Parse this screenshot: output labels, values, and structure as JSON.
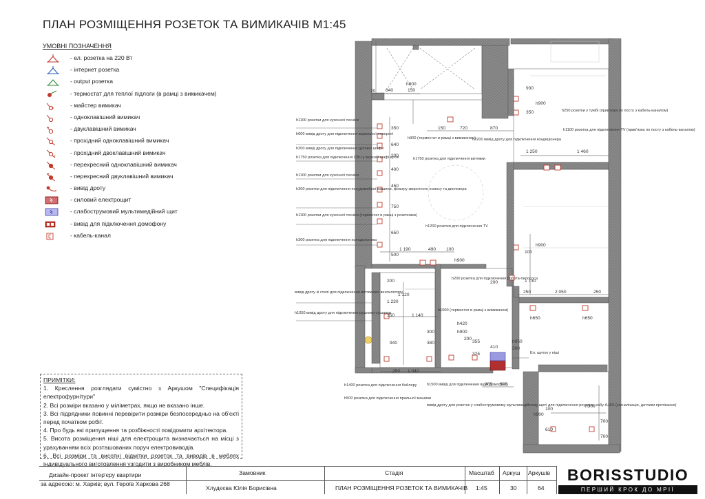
{
  "title": "ПЛАН РОЗМІЩЕННЯ РОЗЕТОК ТА ВИМИКАЧІВ М1:45",
  "legend": {
    "heading": "УМОВНІ ПОЗНАЧЕННЯ",
    "items": [
      {
        "icon": "power-socket-icon",
        "label": "- ел. розетка на 220 Вт"
      },
      {
        "icon": "internet-socket-icon",
        "label": "- інтернет розетка"
      },
      {
        "icon": "output-socket-icon",
        "label": "- output розетка"
      },
      {
        "icon": "thermostat-icon",
        "label": "- термостат для теплої підлоги (в рамці з вимикачем)"
      },
      {
        "icon": "master-switch-icon",
        "label": "- майстер вимикач"
      },
      {
        "icon": "single-switch-icon",
        "label": "- одноклавішний вимикач"
      },
      {
        "icon": "double-switch-icon",
        "label": "- двуклавішний вимикач"
      },
      {
        "icon": "pass-single-switch-icon",
        "label": "- прохідний одноклавішний вимикач"
      },
      {
        "icon": "pass-double-switch-icon",
        "label": "- прохідний двоклавішний вимикач"
      },
      {
        "icon": "cross-single-switch-icon",
        "label": "- перехресний одноклавішний вимикач"
      },
      {
        "icon": "cross-double-switch-icon",
        "label": "- перехресний двуклавішний вимикач"
      },
      {
        "icon": "wire-outlet-icon",
        "label": "- вивід дроту"
      },
      {
        "icon": "power-panel-icon",
        "label": "- силовий електрощит"
      },
      {
        "icon": "multimedia-panel-icon",
        "label": "- слабострумовий мультимедійний щит"
      },
      {
        "icon": "intercom-outlet-icon",
        "label": "- вивід для підключення домофону"
      },
      {
        "icon": "cable-channel-icon",
        "label": "- кабель-канал"
      }
    ]
  },
  "notes": {
    "heading": "ПРИМІТКИ:",
    "items": [
      "1. Креслення розглядати сумістно з Аркушом \"Специфікація електрофурнітури\"",
      "2. Всі розміри вказано у міліметрах, якщо не вказано інше.",
      "3. Всі підрядники повинні перевірити розміри безпосередньо на об'єкті перед початком робіт.",
      "4. Про будь які припущення та розбіжності повідомити архітектора.",
      "5. Висота розміщення ніші для електрощита визначається на місці з урахуванням всіх розташованих поруч електровиводів.",
      "6. Всі розміри та висотні відмітки розеток та виводів в меблях індивідуального виготовлення узгодити з виробником меблів."
    ]
  },
  "plan": {
    "dims": [
      "20",
      "640",
      "150",
      "h800",
      "930",
      "h900",
      "350",
      "150",
      "720",
      "870",
      "1 250",
      "1 460",
      "350",
      "640",
      "200",
      "400",
      "450",
      "750",
      "650",
      "500",
      "1 190",
      "490",
      "100",
      "h900",
      "h900",
      "100",
      "1 730",
      "250",
      "2 050",
      "250",
      "h650",
      "h650",
      "200",
      "1 120",
      "1 230",
      "350",
      "1 140",
      "200",
      "300",
      "940",
      "380",
      "200",
      "355",
      "325",
      "410",
      "h950",
      "200",
      "h420",
      "h900",
      "250",
      "1 040",
      "305",
      "305",
      "h900",
      "100",
      "h300",
      "700",
      "610",
      "700"
    ],
    "labels": [
      "h1100 розетки для кухонної техніки",
      "h600 вивід дроту для підключення варильної поверхні",
      "h200 вивід дроту для підключення духової шафи",
      "h1750 розетка для підключення СВЧ у верхній шафі кухні",
      "h1100 розетки для кухонної техніки",
      "h300 розетки для підключення посудомийної машини, фільтру зворотного осмосу та диспозера",
      "h1100 розетки для кухонної техніки (термостат в рамці з розетками)",
      "h300 розетка для підключення холодильника",
      "h900 (термостат в рамці з вимикачем)",
      "h1750 розетка для підключення витяжки",
      "h2200 вивід дроту для підключення кондиціонера",
      "h250 розетки у тумбі (прив'язка по посту з кабель-каналом)",
      "h1100 розетка для підключення TV (прив'язка по посту з кабель-каналом)",
      "h1200 розетки для підключення TV",
      "вивід дроту зі стелі для підключення витяжного вентилятору",
      "h1050 вивід дроту для підключення рушнико-сушарки",
      "h200 розетка для підключення робота-пилососа",
      "h1000 (термостат в рамці з вимикачем)",
      "Ел. щиток у ніші",
      "h1400 розетка для підключення бойлеру",
      "h500 розетка для підключення пральної машини",
      "h1500 вивід для підключення відеодомофону",
      "вивід дроту для розеток у слабострумовому мультимедійному щиті для підключення роутера, хабу AJAX (сигналізація, датчики протікання)"
    ]
  },
  "title_block": {
    "address_line1": "Дизайн-проект інтер'єру квартири",
    "address_line2": "за адресою: м. Харків; вул. Героїв Харкова 268",
    "client_header": "Замовник",
    "client_value": "Хлудєєва Юлія Борисівна",
    "stage_header": "Стадія",
    "stage_value": "ПЛАН РОЗМІЩЕННЯ РОЗЕТОК ТА ВИМИКАЧІВ",
    "scale_header": "Масштаб",
    "scale_value": "1:45",
    "sheet_header": "Аркуш",
    "sheet_value": "30",
    "sheets_header": "Аркушів",
    "sheets_value": "64"
  },
  "logo": {
    "name": "BORISSTUDIO",
    "tagline": "ПЕРШИЙ КРОК ДО МРІЇ"
  },
  "colors": {
    "wall": "#7a7a7a",
    "socket": "#c0392b",
    "internet": "#2a5fb5",
    "output": "#2e8b3a",
    "panel": "#b03030",
    "multimedia": "#5a5ad0"
  }
}
